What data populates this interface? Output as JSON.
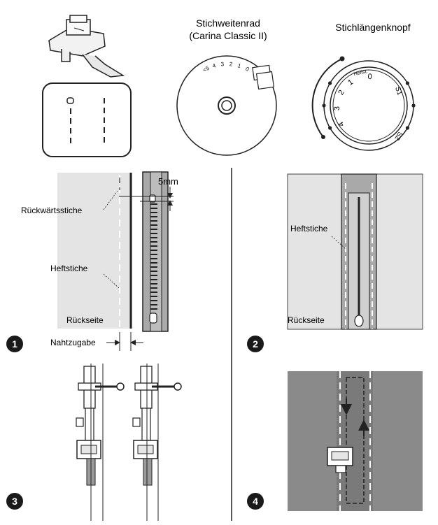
{
  "header": {
    "stitch_width_title_line1": "Stichweitenrad",
    "stitch_width_title_line2": "(Carina Classic II)",
    "stitch_length_title": "Stichlängenknopf"
  },
  "stitch_width_dial": {
    "scale": [
      "<5",
      "4",
      "3",
      "2",
      "1",
      "0"
    ]
  },
  "stitch_length_knob": {
    "scale": [
      "0",
      "1",
      "2",
      "3",
      "4"
    ],
    "small_label": "Heftst.",
    "right_marks": [
      "S1",
      "S2"
    ]
  },
  "step1": {
    "number": "1",
    "measure": "5mm",
    "back_stitch_label": "Rückwärtsstiche",
    "baste_label": "Heftstiche",
    "reverse_side_label": "Rückseite",
    "seam_allowance_label": "Nahtzugabe"
  },
  "step2": {
    "number": "2",
    "baste_label": "Heftstiche",
    "reverse_side_label": "Rückseite"
  },
  "step3": {
    "number": "3"
  },
  "step4": {
    "number": "4"
  },
  "colors": {
    "fabric_light": "#e4e4e4",
    "fabric_mid": "#d6d6d6",
    "fabric_dark": "#8a8a8a",
    "zipper_tape": "#a9a9a9",
    "ink": "#1a1a1a"
  }
}
